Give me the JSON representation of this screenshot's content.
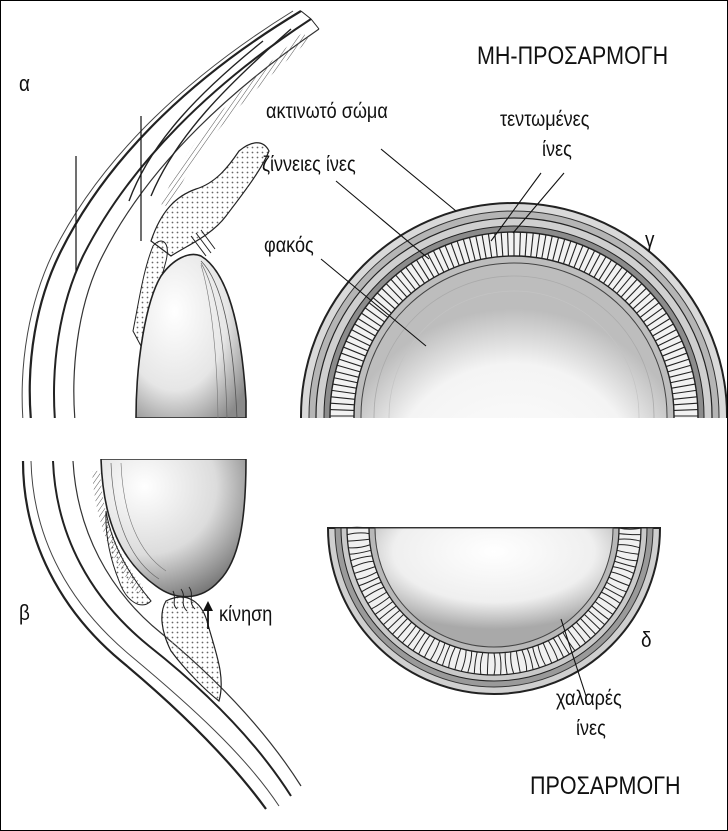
{
  "labels": {
    "title_top": "ΜΗ-ΠΡΟΣΑΡΜΟΓΗ",
    "title_bottom": "ΠΡΟΣΑΡΜΟΓΗ",
    "panel_a": "α",
    "panel_b": "β",
    "panel_c": "γ",
    "panel_d": "δ",
    "ciliary_body": "ακτινωτό σώμα",
    "zonule_fibers": "ζίννειες ίνες",
    "lens": "φακός",
    "taut_fibers_line1": "τεντωμένες",
    "taut_fibers_line2": "ίνες",
    "movement": "κίνηση",
    "loose_fibers_line1": "χαλαρές",
    "loose_fibers_line2": "ίνες"
  },
  "icons": {
    "movement_arrow": "arrow-up-icon"
  },
  "colors": {
    "ink": "#111111",
    "paper": "#ffffff"
  }
}
